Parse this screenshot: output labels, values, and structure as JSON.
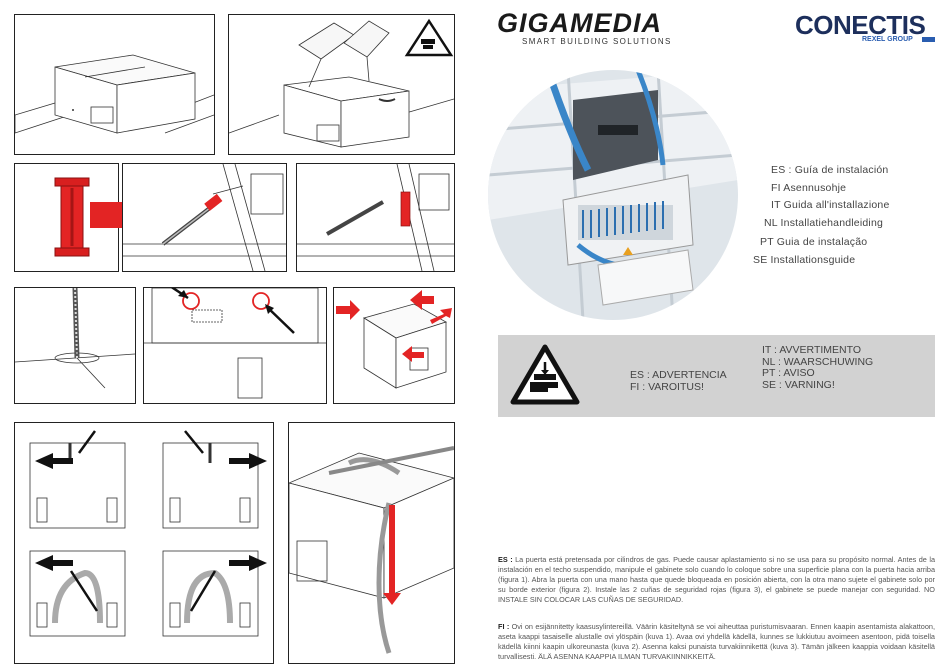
{
  "brand": {
    "gigamedia_name": "GIGAMEDIA",
    "gigamedia_tagline": "SMART BUILDING SOLUTIONS",
    "conectis_name": "CONECTIS",
    "conectis_sub": "REXEL GROUP"
  },
  "guides": [
    {
      "label": "ES : Guía de instalación"
    },
    {
      "label": "FI   Asennusohje"
    },
    {
      "label": "IT  Guida all'installazione"
    },
    {
      "label": "NL   Installatiehandleiding"
    },
    {
      "label": "PT   Guia de instalação"
    },
    {
      "label": "SE   Installationsguide"
    }
  ],
  "warning": {
    "left_lines": [
      "ES : ADVERTENCIA",
      "FI : VAROITUS!"
    ],
    "right_lines": [
      "IT : AVVERTIMENTO",
      "NL : WAARSCHUWING",
      "PT : AVISO",
      "SE : VARNING!"
    ]
  },
  "paragraphs": {
    "es_tag": "ES :",
    "es_text": "La puerta está pretensada por cilindros de gas. Puede causar aplastamiento si no se usa para su propósito normal. Antes de la instalación en el techo suspendido, manipule el gabinete solo cuando lo coloque sobre una superficie plana con la puerta hacia arriba (figura 1). Abra la puerta con una mano hasta que quede bloqueada en posición abierta, con la otra mano sujete el gabinete solo por su borde exterior (figura 2). Instale las 2 cuñas de seguridad rojas (figura 3), el gabinete se puede manejar con seguridad. NO INSTALE SIN COLOCAR LAS CUÑAS DE SEGURIDAD.",
    "fi_tag": "FI :",
    "fi_text": "Ovi on esijännitetty kaasusylintereillä. Väärin käsiteltynä se voi aiheuttaa puristumisvaaran. Ennen kaapin asentamista alakattoon, aseta kaappi tasaiselle alustalle ovi ylöspäin (kuva 1). Avaa ovi yhdellä kädellä, kunnes se lukkiutuu avoimeen asentoon, pidä toisella kädellä kiinni kaapin ulkoreunasta (kuva 2). Asenna kaksi punaista turvakiinnikettä (kuva 3). Tämän jälkeen kaappia voidaan käsitellä turvallisesti. ÄLÄ ASENNA KAAPPIA ILMAN TURVAKIINNIKKEITÄ."
  },
  "colors": {
    "safety_red": "#e32424",
    "warning_bg": "#d2d2d2",
    "conectis_navy": "#1d2f5c",
    "conectis_blue": "#2a5db0"
  },
  "icons": [
    "hand-crush-warning-icon",
    "red-arrow-icon",
    "black-arrow-icon"
  ]
}
